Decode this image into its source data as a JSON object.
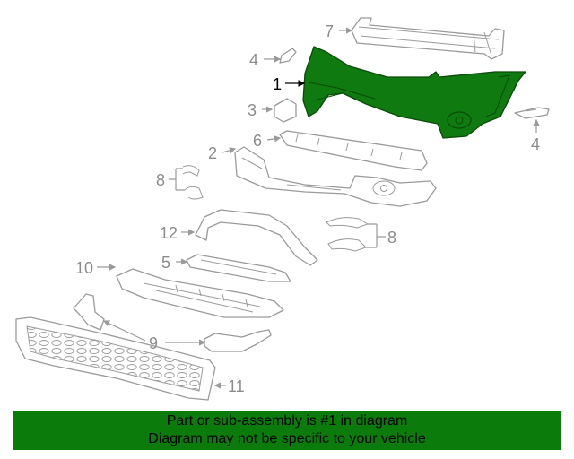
{
  "callouts": {
    "c1": "1",
    "c2": "2",
    "c3": "3",
    "c4a": "4",
    "c4b": "4",
    "c5": "5",
    "c6": "6",
    "c7": "7",
    "c8a": "8",
    "c8b": "8",
    "c9": "9",
    "c10": "10",
    "c11": "11",
    "c12": "12"
  },
  "highlight": {
    "part": "1",
    "color": "#0b7b0b"
  },
  "banner": {
    "line1": "Part or sub-assembly is #1 in diagram",
    "line2": "Diagram may not be specific to your vehicle"
  }
}
